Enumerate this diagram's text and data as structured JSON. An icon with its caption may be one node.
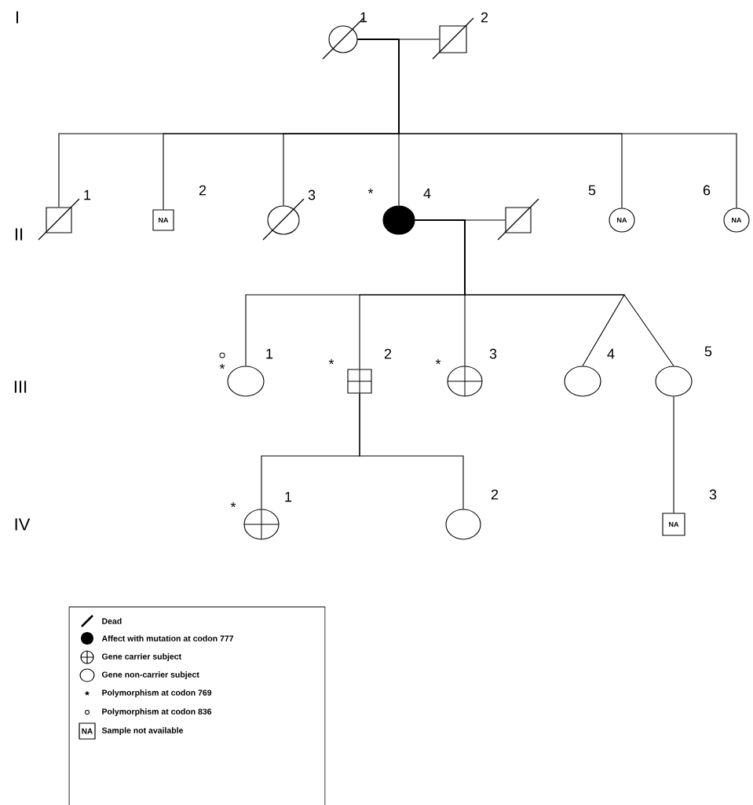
{
  "diagram": {
    "nodes": [
      {
        "text": [],
        "shape": "circle",
        "beside": [
          "1"
        ]
      },
      {
        "text": [],
        "shape": "box",
        "beside": [
          "2"
        ]
      },
      {
        "text": [],
        "shape": "box",
        "beside": [
          "1"
        ]
      },
      {
        "text": [
          "NA"
        ],
        "beside": [
          "2"
        ]
      },
      {
        "text": [],
        "shape": "circle",
        "beside": [
          "3"
        ]
      },
      {
        "text": [],
        "shape": "circle",
        "beside": [
          "*",
          "4"
        ]
      },
      {
        "text": [],
        "shape": "box"
      },
      {
        "text": [
          "NA"
        ],
        "beside": [
          "5"
        ]
      },
      {
        "text": [
          "NA"
        ],
        "beside": [
          "6"
        ]
      },
      {
        "text": [],
        "shape": "circle",
        "beside": [
          "*",
          "1"
        ]
      },
      {
        "text": [],
        "shape": "box",
        "beside": [
          "*",
          "2"
        ]
      },
      {
        "text": [],
        "shape": "circle",
        "beside": [
          "*",
          "3"
        ]
      },
      {
        "text": [],
        "shape": "circle",
        "beside": [
          "4"
        ]
      },
      {
        "text": [],
        "shape": "circle",
        "beside": [
          "5"
        ]
      },
      {
        "text": [],
        "shape": "circle",
        "beside": [
          "*",
          "1"
        ]
      },
      {
        "text": [],
        "shape": "circle",
        "beside": [
          "2"
        ]
      },
      {
        "text": [
          "NA"
        ],
        "beside": [
          "3"
        ]
      }
    ],
    "edges": [
      {
        "from": 0,
        "to": 1,
        "arrow": "none"
      },
      {
        "from": 0,
        "to": 2,
        "arrow": "none"
      },
      {
        "from": 0,
        "to": 3,
        "arrow": "none"
      },
      {
        "from": 0,
        "to": 4,
        "arrow": "none"
      },
      {
        "from": 0,
        "to": 5,
        "arrow": "none"
      },
      {
        "from": 0,
        "to": 7,
        "arrow": "none"
      },
      {
        "from": 0,
        "to": 8,
        "arrow": "none"
      },
      {
        "from": 5,
        "to": 6,
        "arrow": "none"
      },
      {
        "from": 5,
        "to": 9,
        "arrow": "none"
      },
      {
        "from": 5,
        "to": 10,
        "arrow": "none"
      },
      {
        "from": 5,
        "to": 11,
        "arrow": "none"
      },
      {
        "from": 5,
        "to": 12,
        "arrow": "none"
      },
      {
        "from": 5,
        "to": 13,
        "arrow": "none"
      },
      {
        "from": 10,
        "to": 14,
        "arrow": "none"
      },
      {
        "from": 10,
        "to": 15,
        "arrow": "none"
      },
      {
        "from": 13,
        "to": 16,
        "arrow": "none"
      }
    ],
    "labels": [
      "I",
      "II",
      "III",
      "IV",
      "NA"
    ],
    "legend": [
      {
        "text": "Dead"
      },
      {
        "text": "Affect with mutation at codon 777"
      },
      {
        "text": "Gene carrier subject"
      },
      {
        "text": "Gene non-carrier subject"
      },
      {
        "text": "Polymorphism at codon 769"
      },
      {
        "text": "Polymorphism at codon 836"
      },
      {
        "text": "Sample not available"
      }
    ]
  }
}
